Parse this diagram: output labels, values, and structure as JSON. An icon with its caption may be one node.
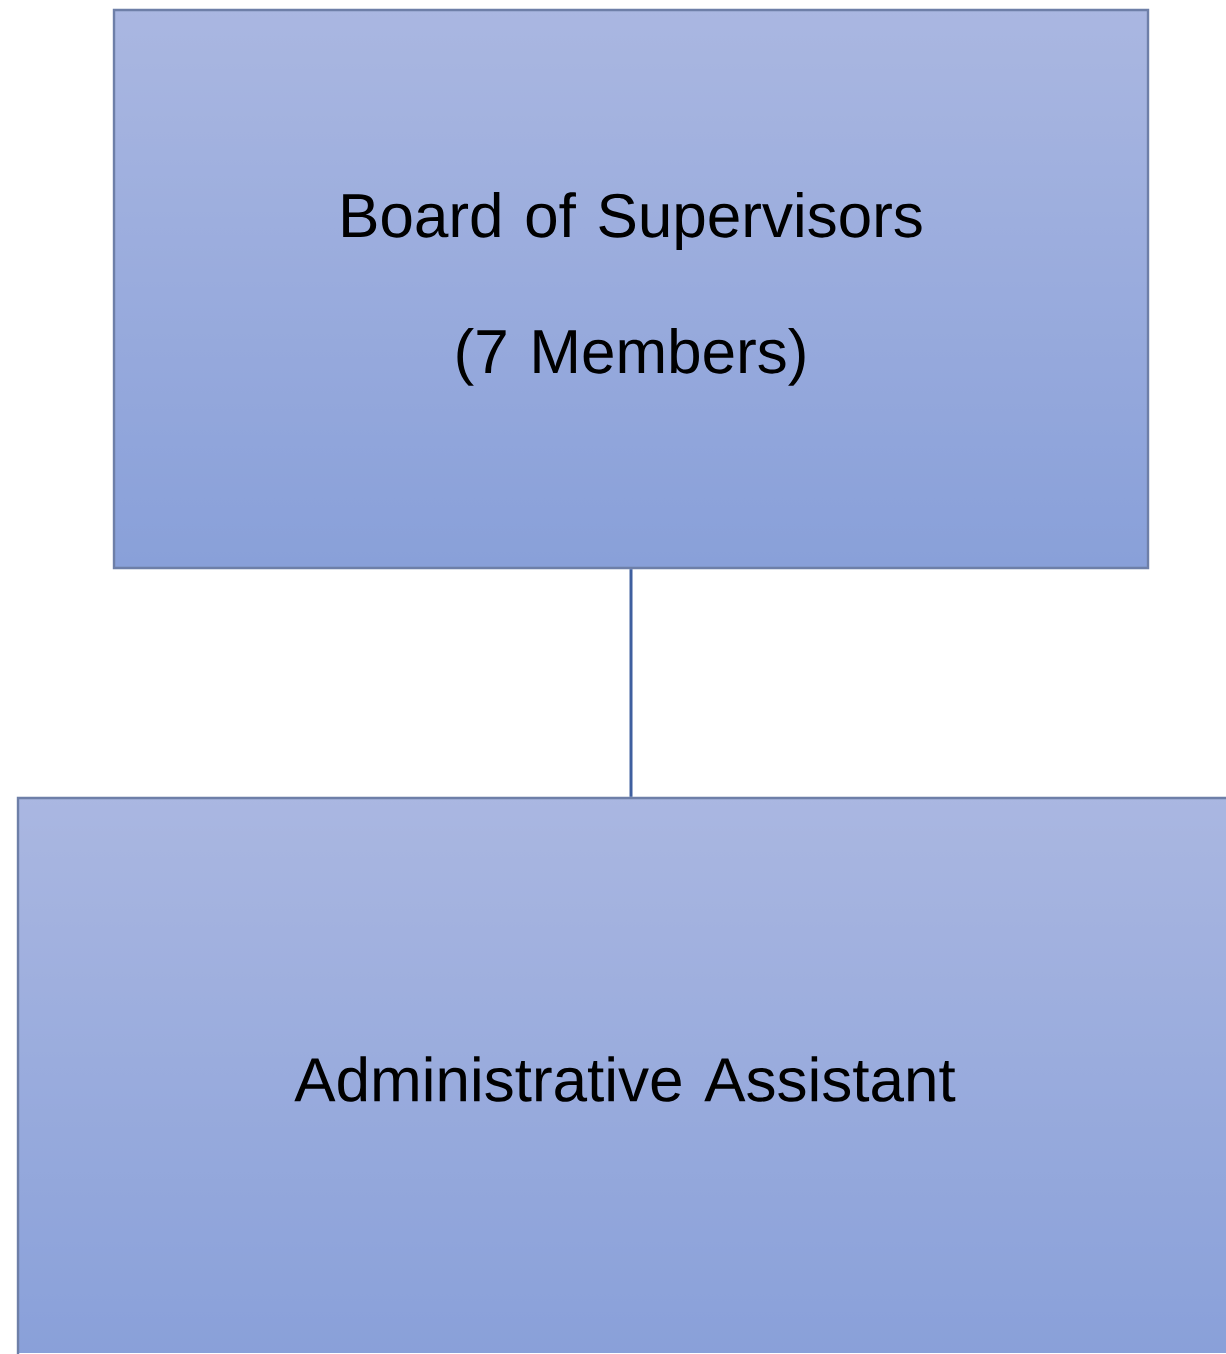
{
  "diagram": {
    "nodes": [
      {
        "text": [
          "Board of Supervisors (7 Members)"
        ]
      },
      {
        "text": [
          "Administrative Assistant"
        ]
      }
    ],
    "edges": [
      {
        "from": 0,
        "to": 1,
        "arrow": "none"
      }
    ]
  }
}
